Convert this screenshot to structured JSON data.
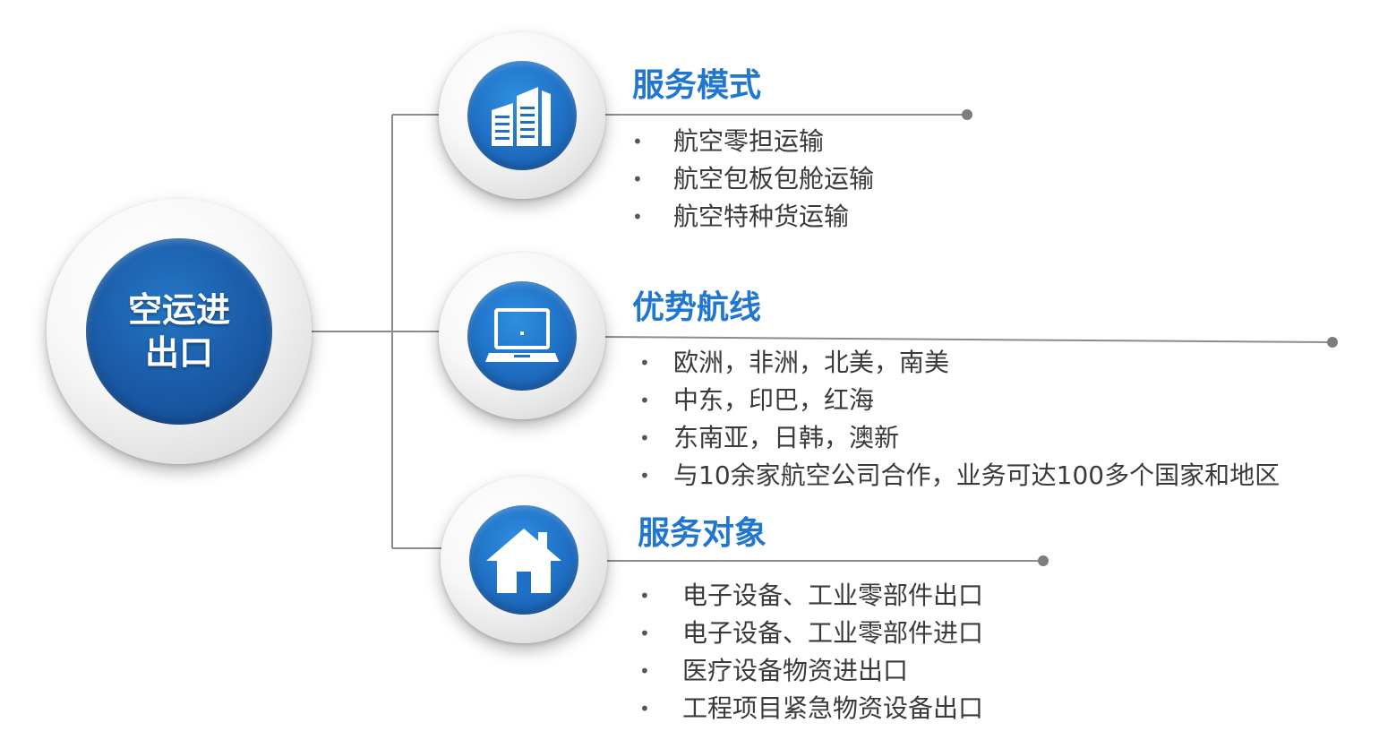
{
  "center": {
    "label_line1": "空运进",
    "label_line2": "出口"
  },
  "branches": [
    {
      "title": "服务模式",
      "icon": "building-icon",
      "items": [
        "航空零担运输",
        "航空包板包舱运输",
        "航空特种货运输"
      ]
    },
    {
      "title": "优势航线",
      "icon": "laptop-icon",
      "items": [
        "欧洲，非洲，北美，南美",
        "中东，印巴，红海",
        "东南亚，日韩，澳新",
        "与10余家航空公司合作，业务可达100多个国家和地区"
      ]
    },
    {
      "title": "服务对象",
      "icon": "house-icon",
      "items": [
        "电子设备、工业零部件出口",
        "电子设备、工业零部件进口",
        "医疗设备物资进出口",
        "工程项目紧急物资设备出口"
      ]
    }
  ],
  "colors": {
    "accent": "#2176d2",
    "core": "#1f6fc4",
    "text": "#3a3a3a",
    "line": "#8c8c8c"
  },
  "bullet_glyph": "•"
}
